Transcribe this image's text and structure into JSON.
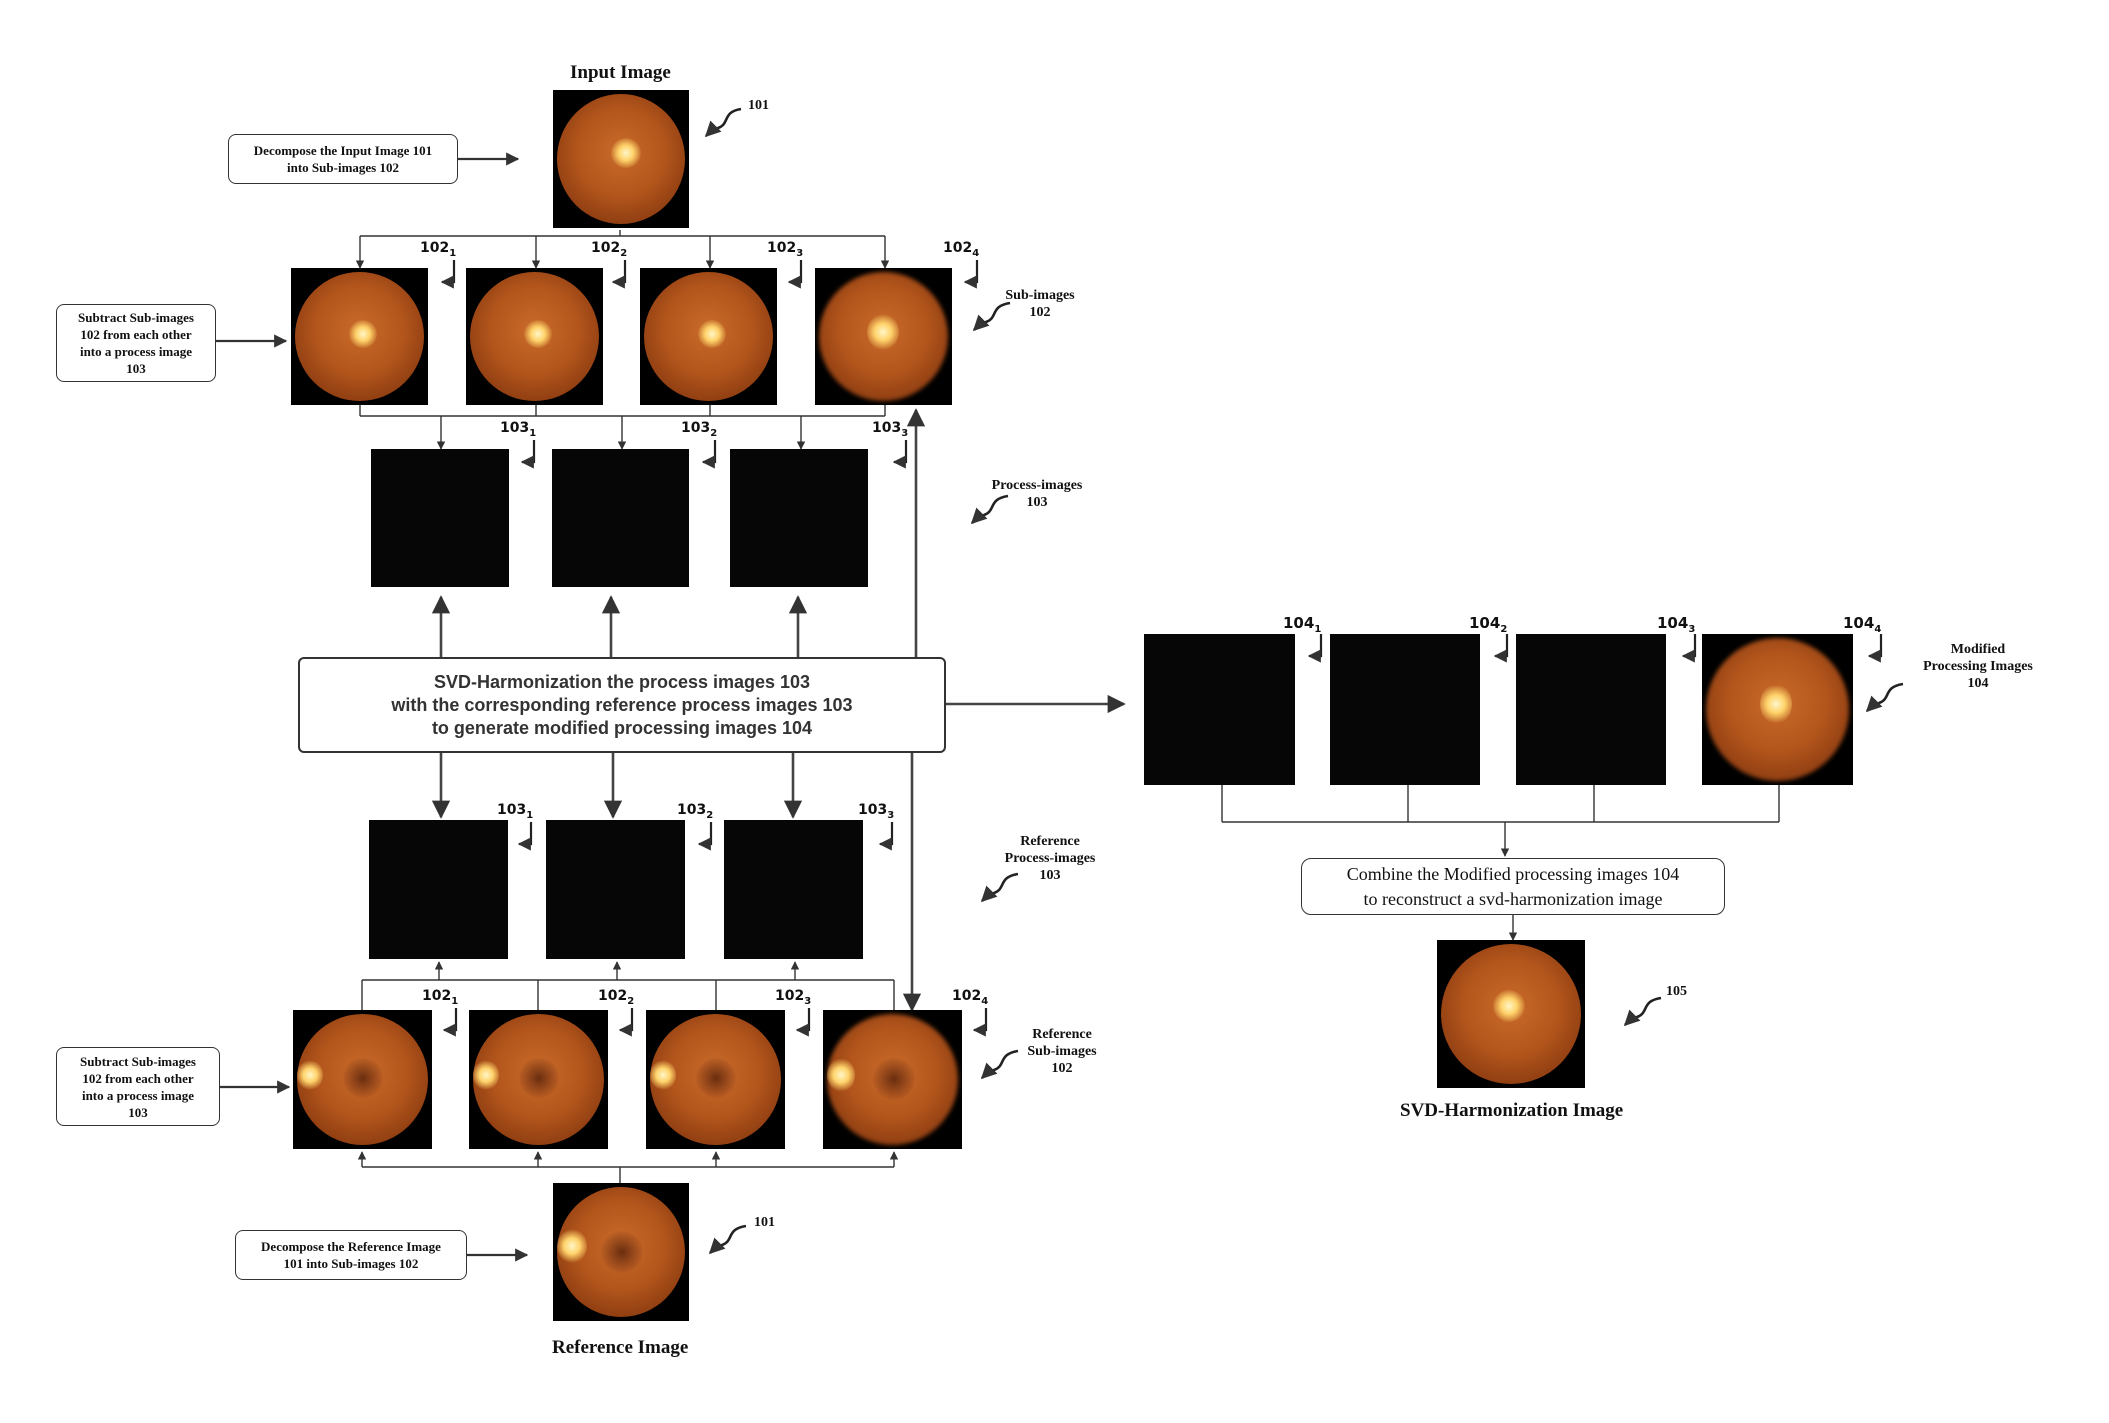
{
  "titles": {
    "input": "Input Image",
    "reference": "Reference Image",
    "output": "SVD-Harmonization Image"
  },
  "boxes": {
    "decompose_input": [
      "Decompose the Input Image 101",
      "into Sub-images 102"
    ],
    "subtract_top": [
      "Subtract Sub-images",
      "102 from each other",
      "into a process image",
      "103"
    ],
    "svd": [
      "SVD-Harmonization the process images 103",
      "with the corresponding reference process images 103",
      "to generate modified processing images 104"
    ],
    "subtract_bottom": [
      "Subtract Sub-images",
      "102 from each other",
      "into a process image",
      "103"
    ],
    "decompose_reference": [
      "Decompose the Reference Image",
      "101 into Sub-images 102"
    ],
    "combine": [
      "Combine the Modified processing images 104",
      "to reconstruct a svd-harmonization image"
    ]
  },
  "side_labels": {
    "sub_images": [
      "Sub-images",
      "102"
    ],
    "process_images": [
      "Process-images",
      "103"
    ],
    "reference_process_images": [
      "Reference",
      "Process-images",
      "103"
    ],
    "reference_sub_images": [
      "Reference",
      "Sub-images",
      "102"
    ],
    "modified_processing_images": [
      "Modified",
      "Processing Images",
      "104"
    ]
  },
  "refs": {
    "input": "101",
    "reference": "101",
    "output": "105",
    "sub_top": [
      [
        "102",
        "1"
      ],
      [
        "102",
        "2"
      ],
      [
        "102",
        "3"
      ],
      [
        "102",
        "4"
      ]
    ],
    "proc_top": [
      [
        "103",
        "1"
      ],
      [
        "103",
        "2"
      ],
      [
        "103",
        "3"
      ]
    ],
    "proc_bottom": [
      [
        "103",
        "1"
      ],
      [
        "103",
        "2"
      ],
      [
        "103",
        "3"
      ]
    ],
    "sub_bottom": [
      [
        "102",
        "1"
      ],
      [
        "102",
        "2"
      ],
      [
        "102",
        "3"
      ],
      [
        "102",
        "4"
      ]
    ],
    "modified": [
      [
        "104",
        "1"
      ],
      [
        "104",
        "2"
      ],
      [
        "104",
        "3"
      ],
      [
        "104",
        "4"
      ]
    ]
  }
}
